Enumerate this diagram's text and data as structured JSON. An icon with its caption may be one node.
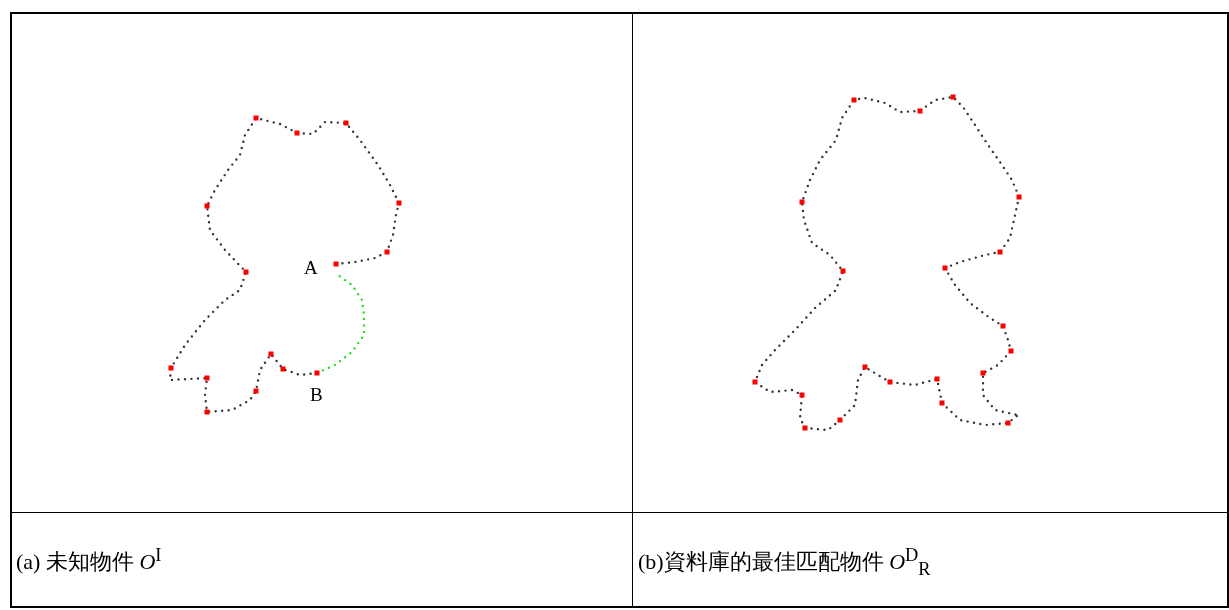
{
  "diagram": {
    "labels": [
      "A",
      "B",
      "(a)  未知物件 *O*$^{I}$",
      "(b)資料庫的最佳匹配物件 *O*$^{D}$$_{R}$"
    ]
  }
}
